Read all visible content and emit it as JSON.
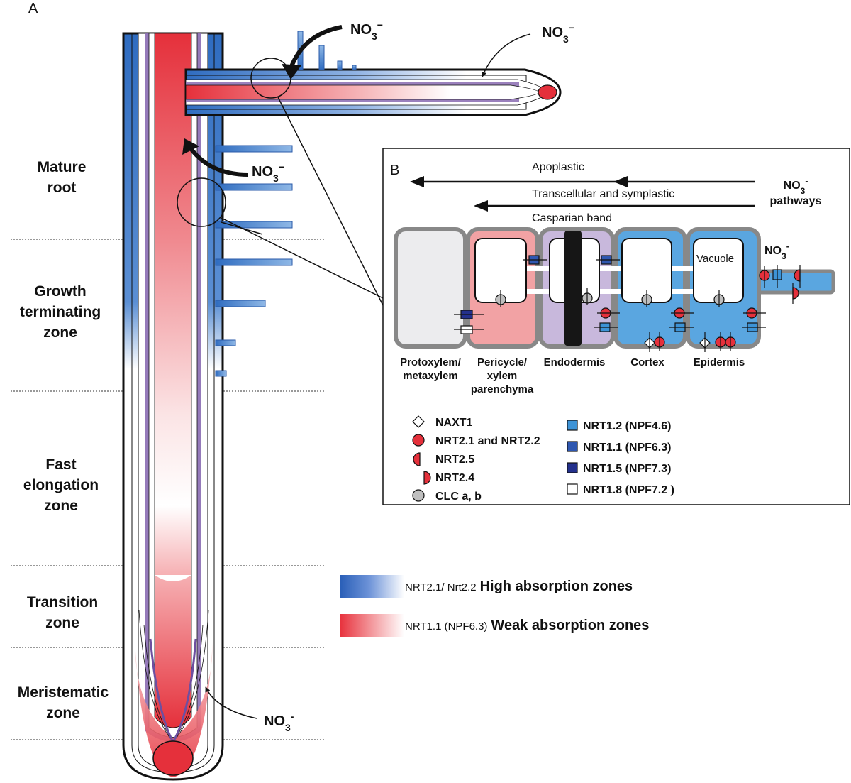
{
  "panel_a": {
    "letter": "A",
    "zones": [
      {
        "l1": "Mature",
        "l2": "root",
        "l3": ""
      },
      {
        "l1": "Growth",
        "l2": "terminating",
        "l3": "zone"
      },
      {
        "l1": "Fast",
        "l2": "elongation",
        "l3": "zone"
      },
      {
        "l1": "Transition",
        "l2": "zone",
        "l3": ""
      },
      {
        "l1": "Meristematic",
        "l2": "zone",
        "l3": ""
      }
    ],
    "no3": {
      "base": "NO",
      "sub": "3",
      "charge": "−",
      "charge_tip": "-"
    }
  },
  "legend_bars": [
    {
      "small": "NRT2.1/ Nrt2.2",
      "big": "High absorption zones",
      "color": "#2a5fb8"
    },
    {
      "small": "NRT1.1 (NPF6.3)",
      "big": "Weak absorption zones",
      "color": "#e8333e"
    }
  ],
  "panel_b": {
    "letter": "B",
    "pathways": {
      "apoplastic": "Apoplastic",
      "transcellular": "Transcellular and symplastic",
      "casparian": "Casparian band"
    },
    "no3_pathways": {
      "base": "NO",
      "sub": "3",
      "charge": "-",
      "word": "pathways"
    },
    "vacuole": "Vacuole",
    "no3_label": {
      "base": "NO",
      "sub": "3",
      "charge": "-"
    },
    "cells": [
      {
        "l1": "Protoxylem/",
        "l2": "metaxylem",
        "l3": "",
        "color": "#ececee"
      },
      {
        "l1": "Pericycle/",
        "l2": "xylem",
        "l3": "parenchyma",
        "color": "#f2a2a4"
      },
      {
        "l1": "Endodermis",
        "l2": "",
        "l3": "",
        "color": "#c8b8dc"
      },
      {
        "l1": "Cortex",
        "l2": "",
        "l3": "",
        "color": "#5aa6e0"
      },
      {
        "l1": "Epidermis",
        "l2": "",
        "l3": "",
        "color": "#5aa6e0"
      }
    ],
    "legend_left": [
      "NAXT1",
      "NRT2.1 and NRT2.2",
      "NRT2.5",
      "NRT2.4",
      "CLC a, b"
    ],
    "legend_right": [
      {
        "label": "NRT1.2 (NPF4.6)",
        "color": "#3d93d6"
      },
      {
        "label": "NRT1.1 (NPF6.3)",
        "color": "#2f57b0"
      },
      {
        "label": "NRT1.5 (NPF7.3)",
        "color": "#23308c"
      },
      {
        "label": "NRT1.8 (NPF7.2 )",
        "color": "#ffffff"
      }
    ]
  }
}
